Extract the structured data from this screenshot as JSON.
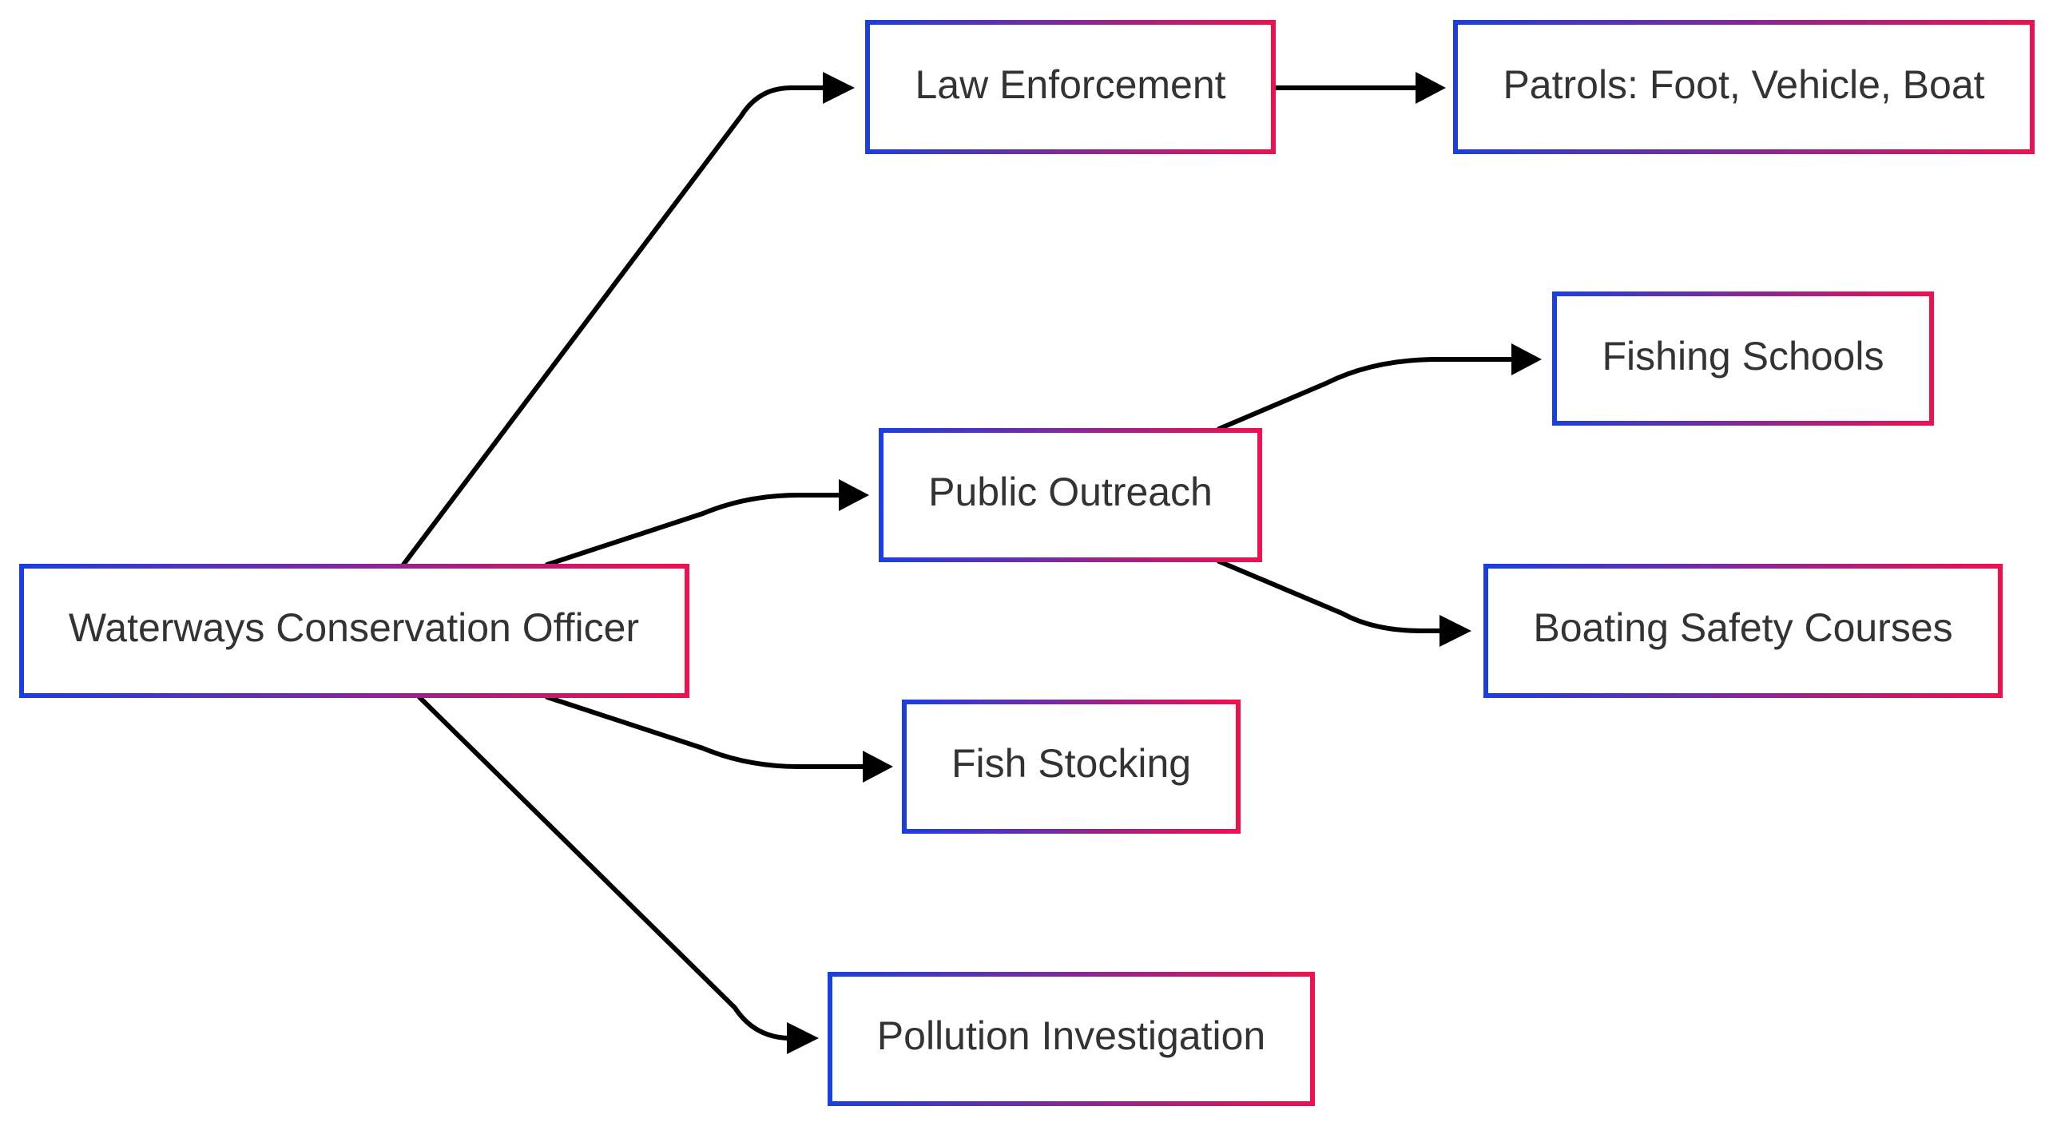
{
  "colors": {
    "node_border_start": "#1a3fe0",
    "node_border_end": "#f0104f",
    "edge": "#000000",
    "text": "#333333",
    "background": "#ffffff"
  },
  "nodes": {
    "root": {
      "label": "Waterways Conservation Officer"
    },
    "law": {
      "label": "Law Enforcement"
    },
    "patrols": {
      "label": "Patrols: Foot, Vehicle, Boat"
    },
    "outreach": {
      "label": "Public Outreach"
    },
    "fishing": {
      "label": "Fishing Schools"
    },
    "boating": {
      "label": "Boating Safety Courses"
    },
    "stocking": {
      "label": "Fish Stocking"
    },
    "pollution": {
      "label": "Pollution Investigation"
    }
  },
  "edges": [
    {
      "from": "root",
      "to": "law"
    },
    {
      "from": "law",
      "to": "patrols"
    },
    {
      "from": "root",
      "to": "outreach"
    },
    {
      "from": "outreach",
      "to": "fishing"
    },
    {
      "from": "outreach",
      "to": "boating"
    },
    {
      "from": "root",
      "to": "stocking"
    },
    {
      "from": "root",
      "to": "pollution"
    }
  ]
}
